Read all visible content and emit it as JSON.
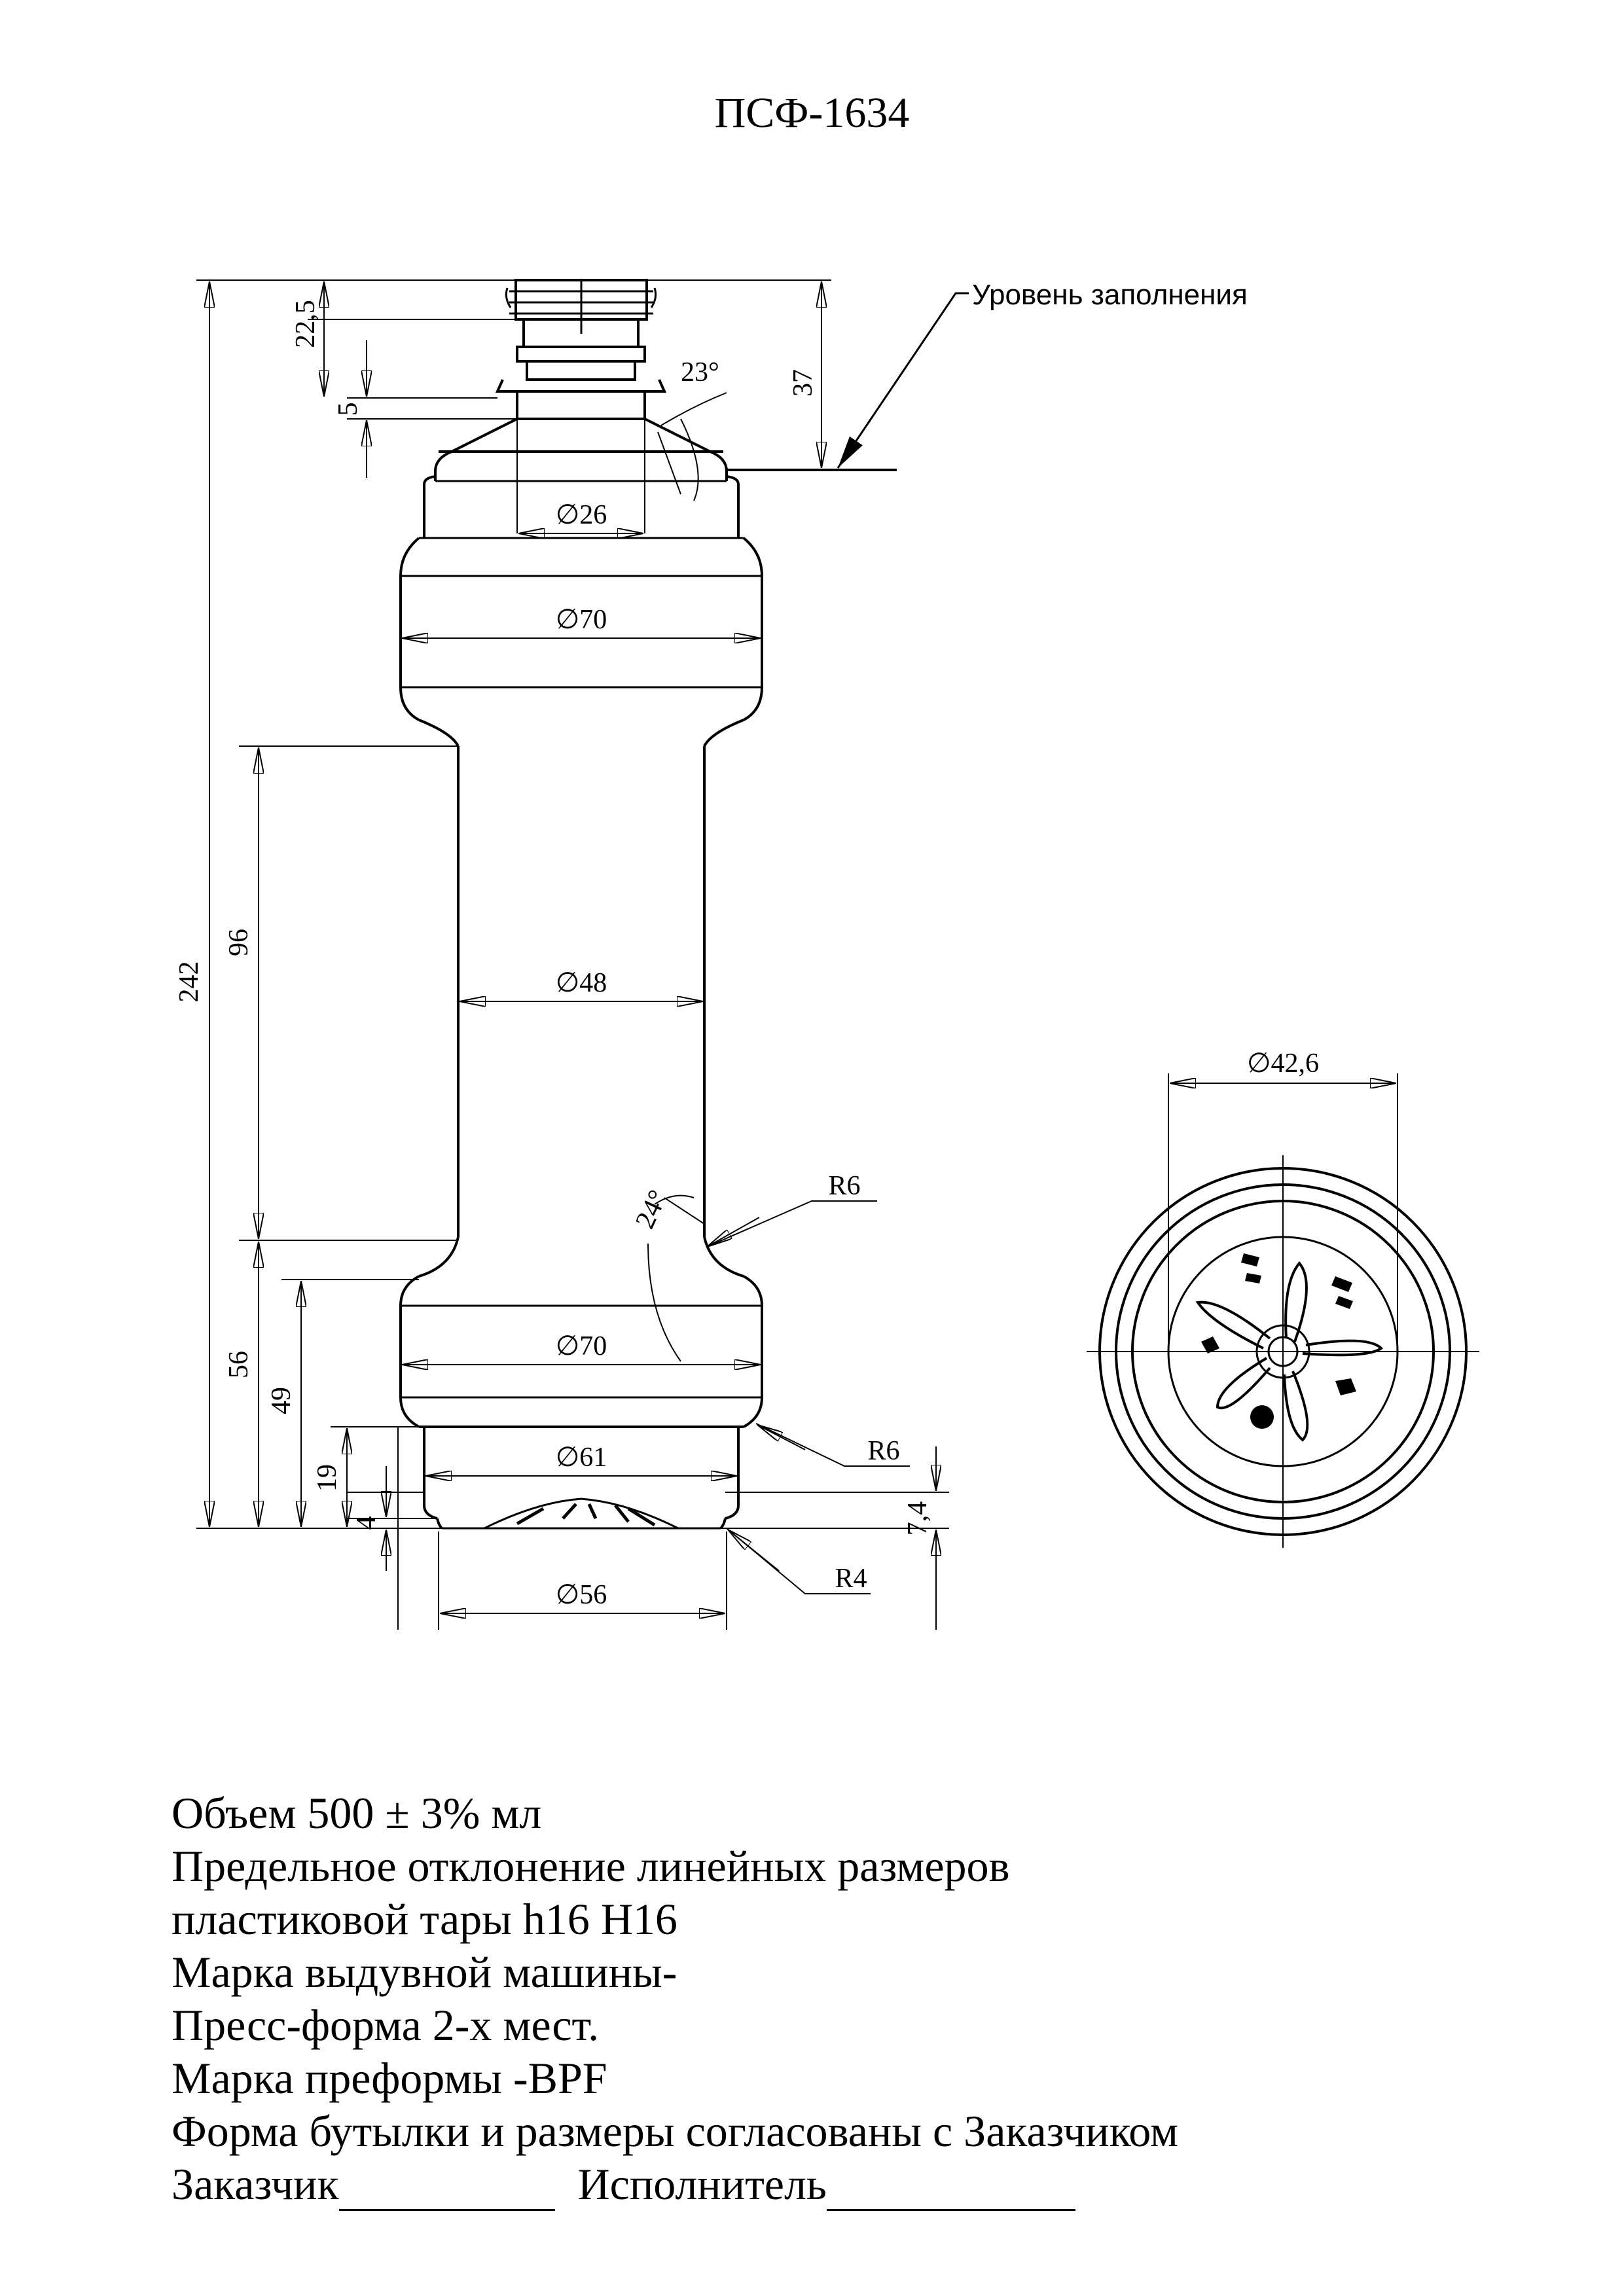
{
  "title": "ПСФ-1634",
  "drawing": {
    "fill_level_label": "Уровень заполнения",
    "dims": {
      "total_height": "242",
      "neck_height": "22,5",
      "neck_ring": "5",
      "fill_depth": "37",
      "angle_shoulder": "23°",
      "d_neck": "∅26",
      "d_body_top": "∅70",
      "label_height": "96",
      "d_waist": "∅48",
      "angle_waist": "24°",
      "r_waist": "R6",
      "lower_height": "56",
      "lower_ring": "49",
      "d_body_bottom": "∅70",
      "r_bottom": "R6",
      "base_height": "19",
      "d_base": "∅61",
      "foot_height": "4",
      "foot_offset": "7,4",
      "d_foot": "∅56",
      "r_foot": "R4",
      "d_bottom_view": "∅42,6"
    }
  },
  "notes": {
    "volume_prefix": "Объем 500",
    "volume_pm": "±",
    "volume_suffix": "3% мл",
    "tolerance_1": "Предельное отклонение линейных размеров",
    "tolerance_2": "пластиковой тары h16 H16",
    "machine": "Марка выдувной машины-",
    "mold": "Пресс-форма 2-х мест.",
    "preform": "Марка преформы -BPF",
    "agreed": "Форма бутылки и размеры согласованы с Заказчиком",
    "customer_label": "Заказчик",
    "contractor_label": "Исполнитель"
  }
}
